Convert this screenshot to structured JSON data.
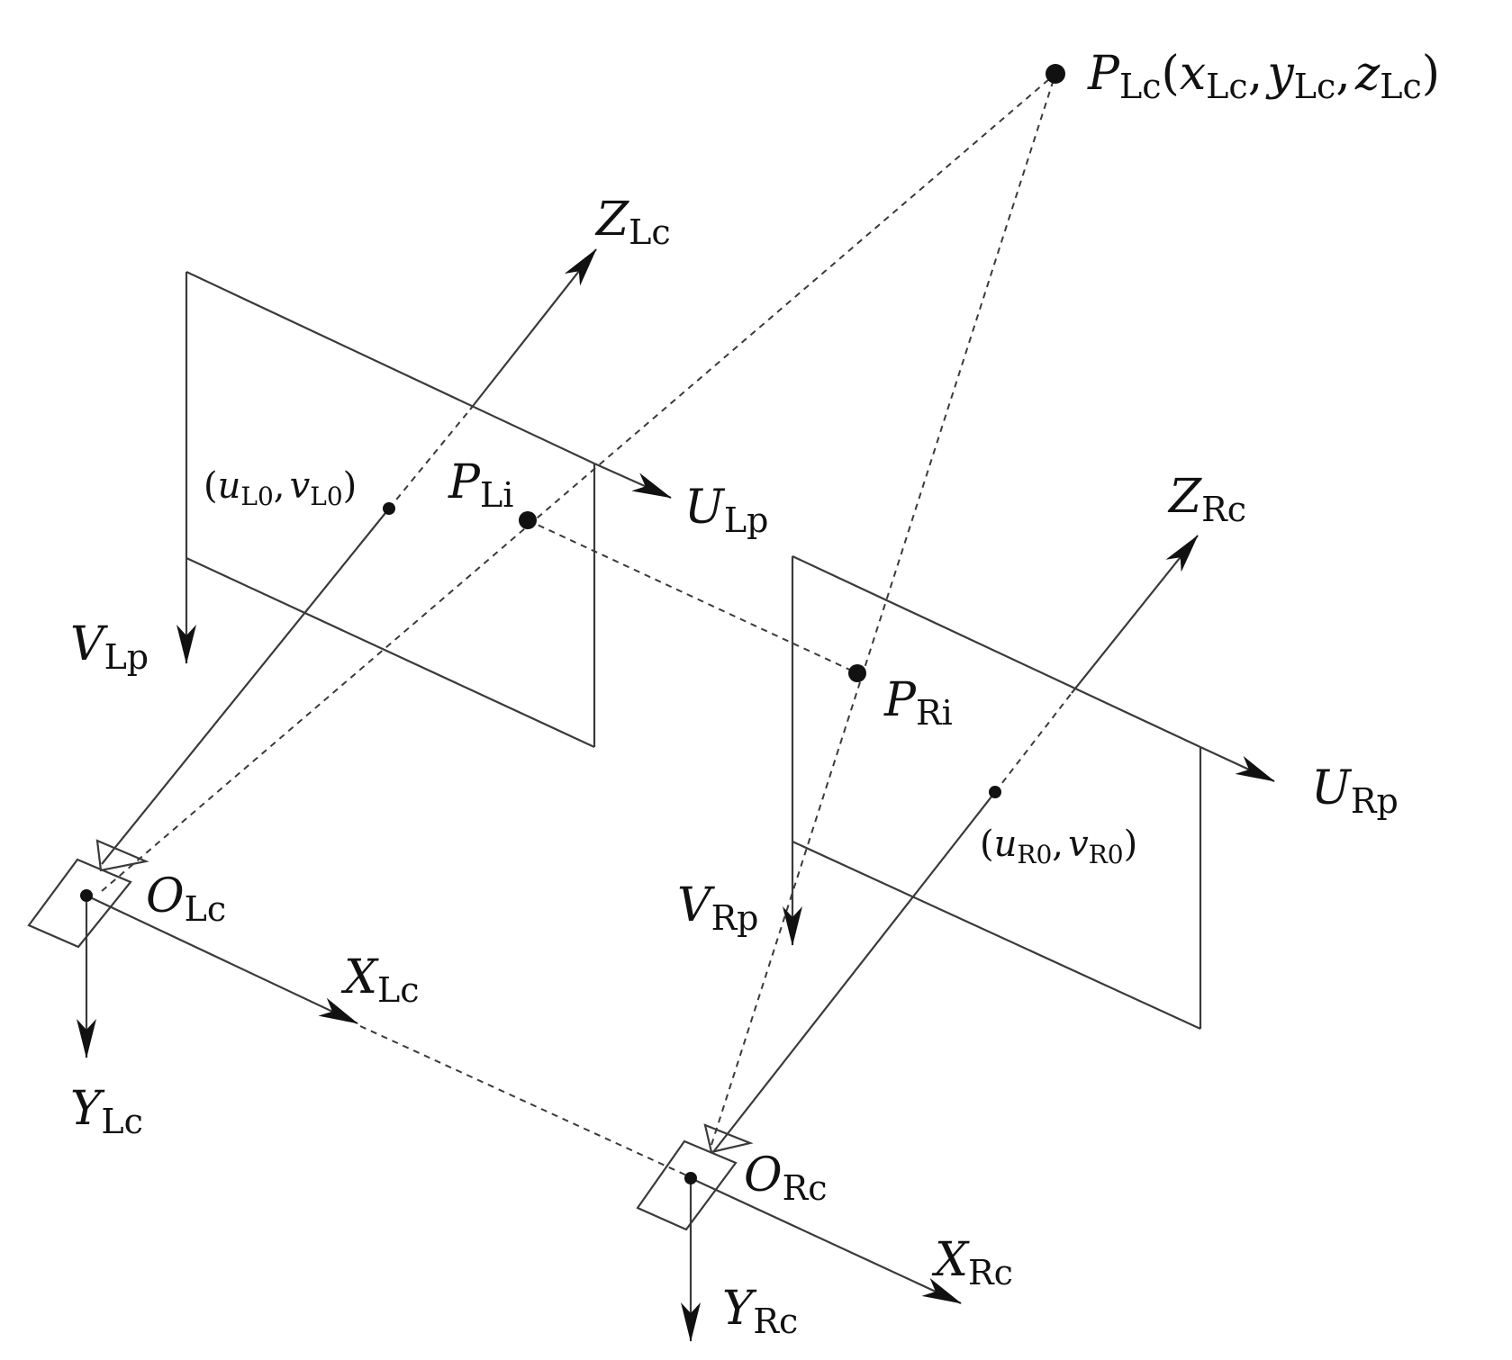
{
  "labels": {
    "P_Lc": {
      "sym": "P",
      "sub": "Lc",
      "open": "(",
      "x": "x",
      "x_sub": "Lc",
      "comma1": ",",
      "y": "y",
      "y_sub": "Lc",
      "comma2": ",",
      "z": "z",
      "z_sub": "Lc",
      "close": ")"
    },
    "Z_Lc": {
      "sym": "Z",
      "sub": "Lc"
    },
    "U_Lp": {
      "sym": "U",
      "sub": "Lp"
    },
    "V_Lp": {
      "sym": "V",
      "sub": "Lp"
    },
    "uv_L0": {
      "open": "(",
      "u": "u",
      "u_sub": "L0",
      "comma": ",",
      "v": "v",
      "v_sub": "L0",
      "close": ")"
    },
    "P_Li": {
      "sym": "P",
      "sub": "Li"
    },
    "O_Lc": {
      "sym": "O",
      "sub": "Lc"
    },
    "X_Lc": {
      "sym": "X",
      "sub": "Lc"
    },
    "Y_Lc": {
      "sym": "Y",
      "sub": "Lc"
    },
    "Z_Rc": {
      "sym": "Z",
      "sub": "Rc"
    },
    "P_Ri": {
      "sym": "P",
      "sub": "Ri"
    },
    "U_Rp": {
      "sym": "U",
      "sub": "Rp"
    },
    "V_Rp": {
      "sym": "V",
      "sub": "Rp"
    },
    "uv_R0": {
      "open": "(",
      "u": "u",
      "u_sub": "R0",
      "comma": ",",
      "v": "v",
      "v_sub": "R0",
      "close": ")"
    },
    "O_Rc": {
      "sym": "O",
      "sub": "Rc"
    },
    "X_Rc": {
      "sym": "X",
      "sub": "Rc"
    },
    "Y_Rc": {
      "sym": "Y",
      "sub": "Rc"
    }
  },
  "colors": {
    "stroke": "#3a3a3a",
    "text": "#111111",
    "background": "#ffffff"
  }
}
